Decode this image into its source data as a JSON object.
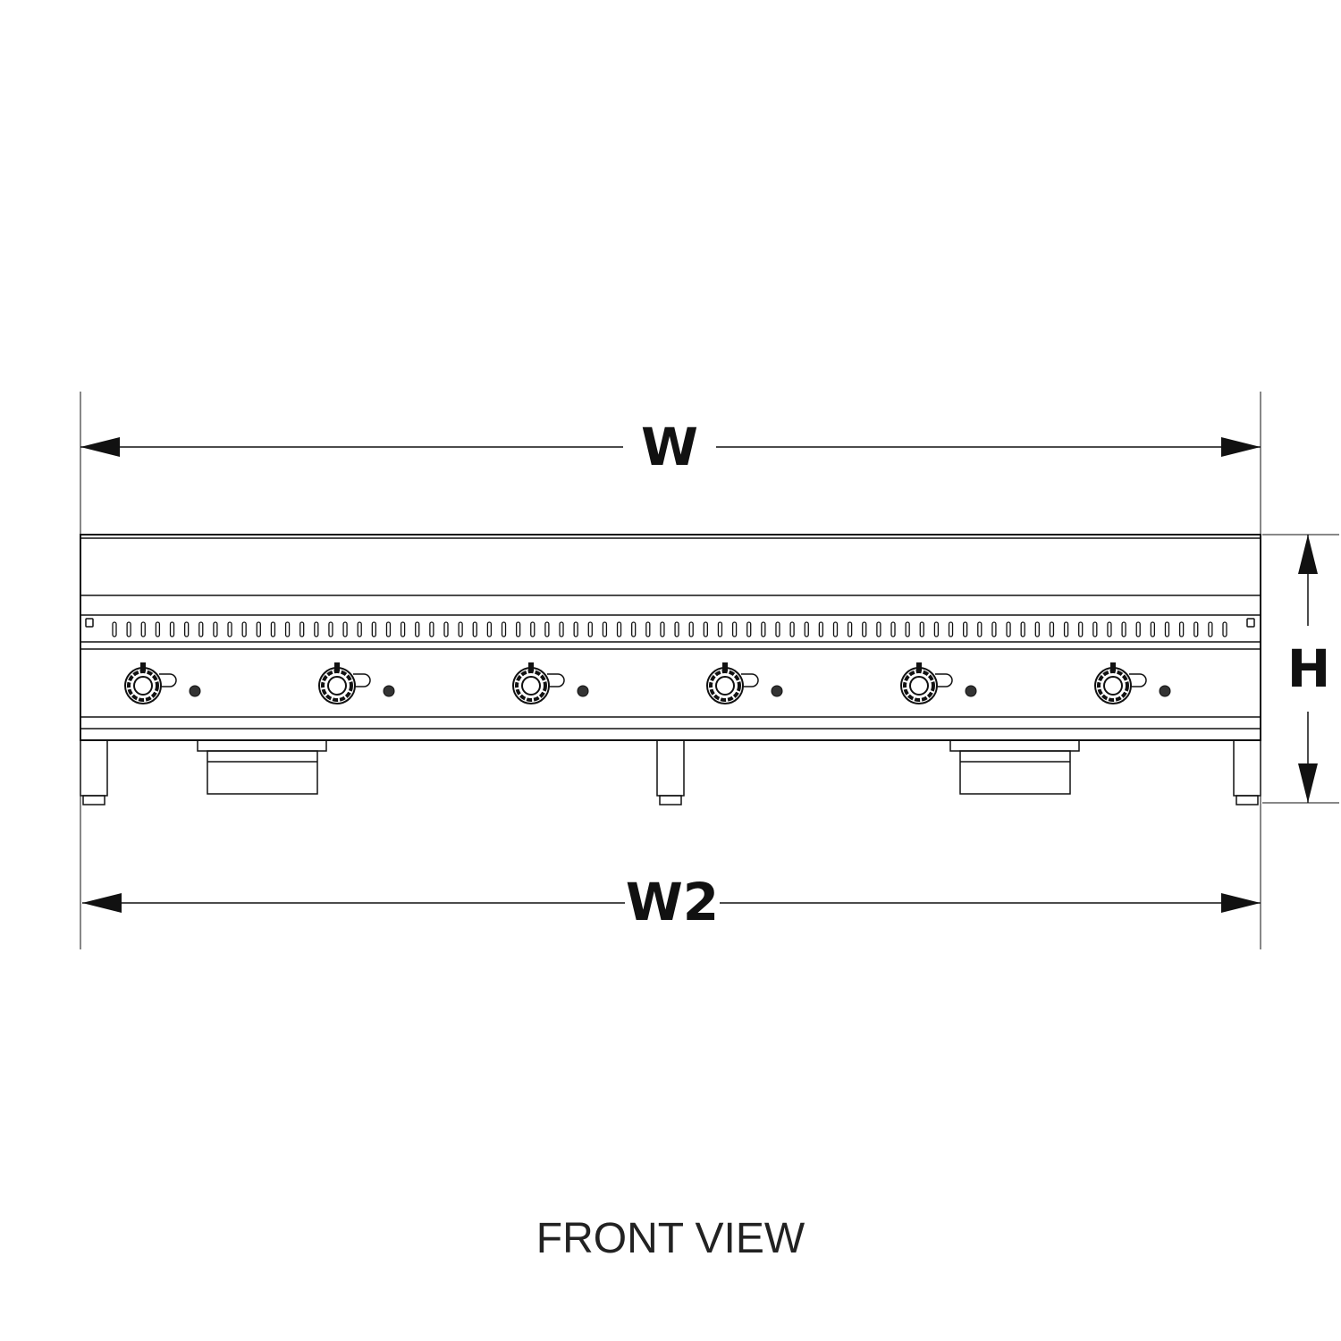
{
  "dimensions": {
    "width_label": "W",
    "height_label": "H",
    "base_width_label": "W2"
  },
  "caption": "FRONT VIEW",
  "appliance": {
    "burner_knobs": 6,
    "vent_slots": 78,
    "legs": 3,
    "drawers": 2
  },
  "colors": {
    "line": "#111111",
    "background": "#ffffff"
  }
}
